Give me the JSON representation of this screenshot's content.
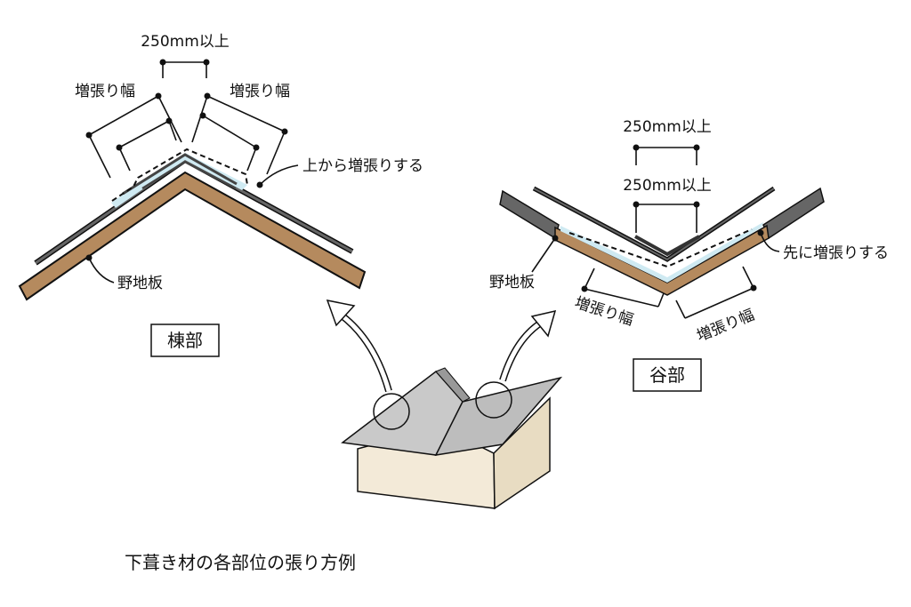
{
  "ridge": {
    "title": "棟部",
    "overlap_label": "250mm以上",
    "width_label_left": "増張り幅",
    "width_label_right": "増張り幅",
    "note": "上から増張りする",
    "board_label": "野地板"
  },
  "valley": {
    "title": "谷部",
    "overlap_label_outer": "250mm以上",
    "overlap_label_inner": "250mm以上",
    "width_label_left": "増張り幅",
    "width_label_right": "増張り幅",
    "note": "先に増張りする",
    "board_label": "野地板"
  },
  "caption": "下葺き材の各部位の張り方例",
  "colors": {
    "board": "#b58a5e",
    "sheet": "#555555",
    "extra": "#cfeaf2",
    "wall": "#f3ead8",
    "roof": "#c9c9c9"
  }
}
